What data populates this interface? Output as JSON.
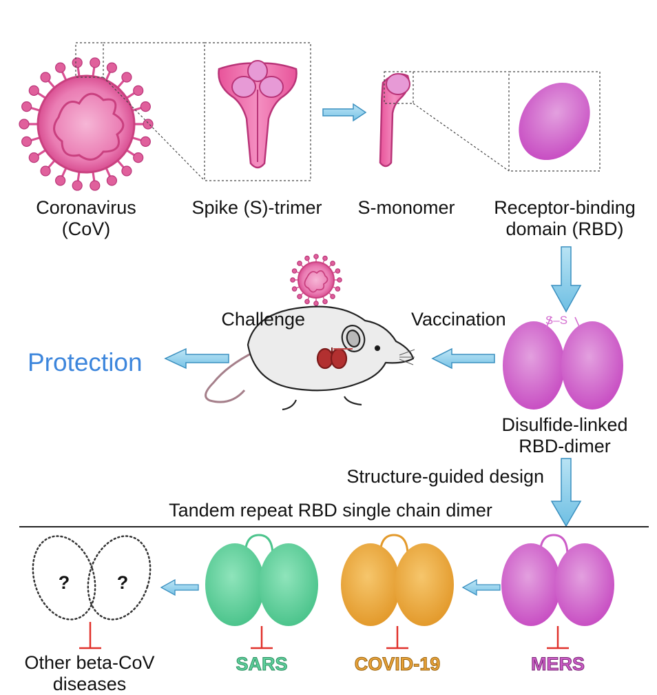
{
  "labels": {
    "coronavirus": [
      "Coronavirus",
      "(CoV)"
    ],
    "spike_trimer": "Spike (S)-trimer",
    "s_monomer": "S-monomer",
    "rbd": [
      "Receptor-binding",
      "domain (RBD)"
    ],
    "challenge": "Challenge",
    "vaccination": "Vaccination",
    "protection": "Protection",
    "disulfide_dimer": [
      "Disulfide-linked",
      "RBD-dimer"
    ],
    "disulfide_bond": "S–S",
    "structure_guided": "Structure-guided design",
    "tandem_repeat": "Tandem repeat RBD single chain dimer",
    "unknown_mark": "?",
    "other_diseases": [
      "Other beta-CoV",
      "diseases"
    ],
    "sars": "SARS",
    "covid19": "COVID-19",
    "mers": "MERS"
  },
  "colors": {
    "virus_pink": "#e0609c",
    "rbd_magenta": "#cc5cc7",
    "sars_green": "#5ecf9b",
    "covid_orange": "#e8a33a",
    "mers_magenta": "#cc5cc7",
    "arrow_blue": "#8fd0ec",
    "inhibit_red": "#e0302a",
    "protection_blue": "#3d86dc"
  }
}
